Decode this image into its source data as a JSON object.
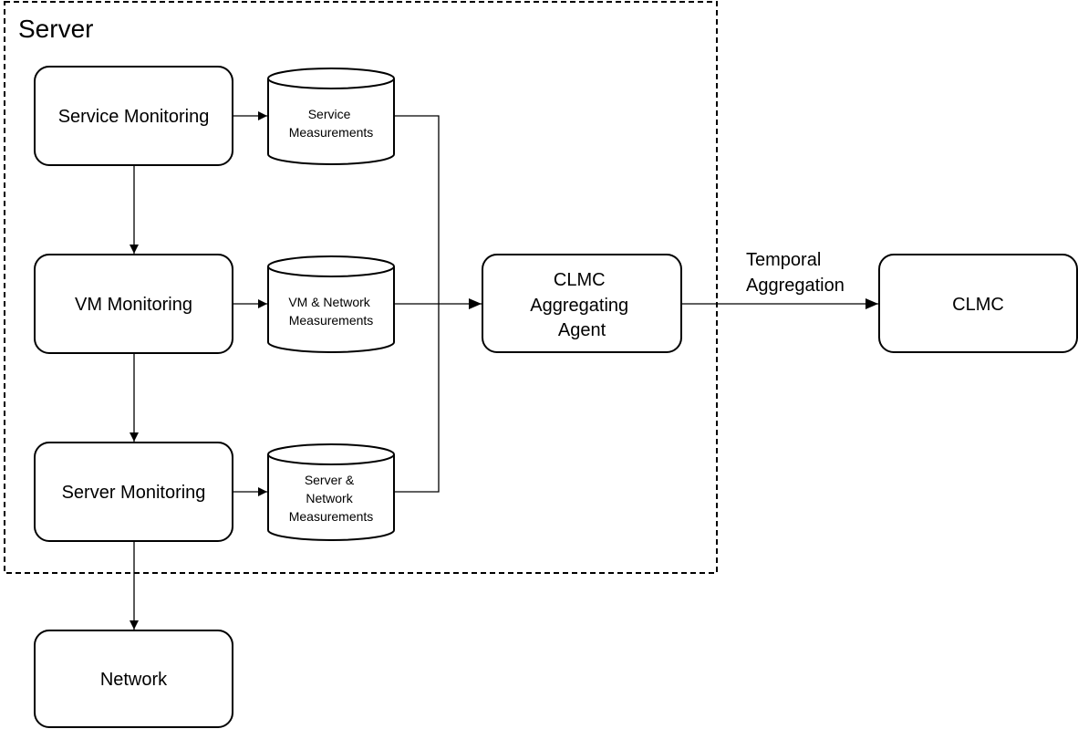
{
  "server_group": {
    "title": "Server"
  },
  "nodes": {
    "service_monitoring": {
      "label": "Service Monitoring"
    },
    "vm_monitoring": {
      "label": "VM Monitoring"
    },
    "server_monitoring": {
      "label": "Server Monitoring"
    },
    "network": {
      "label": "Network"
    },
    "service_measurements": {
      "lines": [
        "Service",
        "Measurements"
      ]
    },
    "vm_network_measurements": {
      "lines": [
        "VM & Network",
        "Measurements"
      ]
    },
    "server_network_measurements": {
      "lines": [
        "Server &",
        "Network",
        "Measurements"
      ]
    },
    "clmc_aggregating_agent": {
      "lines": [
        "CLMC",
        "Aggregating",
        "Agent"
      ]
    },
    "clmc": {
      "label": "CLMC"
    }
  },
  "edges": {
    "temporal_aggregation": {
      "lines": [
        "Temporal",
        "Aggregation"
      ]
    }
  }
}
